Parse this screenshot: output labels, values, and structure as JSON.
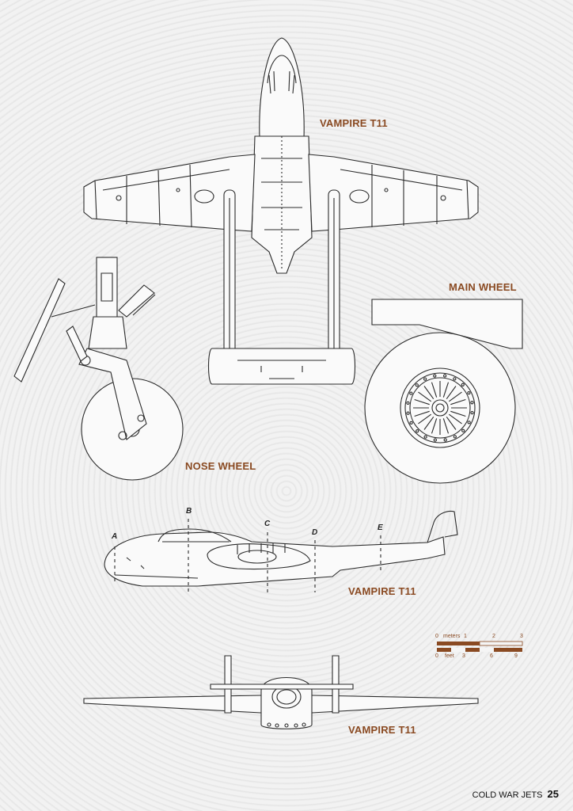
{
  "labels": {
    "top_view": "VAMPIRE T11",
    "main_wheel": "MAIN WHEEL",
    "nose_wheel": "NOSE WHEEL",
    "side_view": "VAMPIRE T11",
    "front_view": "VAMPIRE T11"
  },
  "sections": [
    "A",
    "B",
    "C",
    "D",
    "E"
  ],
  "scale": {
    "meters_label": "meters",
    "meters_ticks": [
      "0",
      "1",
      "2",
      "3"
    ],
    "feet_label": "feet",
    "feet_ticks": [
      "0",
      "3",
      "6",
      "9"
    ]
  },
  "footer": {
    "publication": "COLD WAR JETS",
    "page_number": "25"
  },
  "colors": {
    "label": "#8a4a22",
    "line": "#2a2a2a",
    "background": "#f0f0f0"
  }
}
